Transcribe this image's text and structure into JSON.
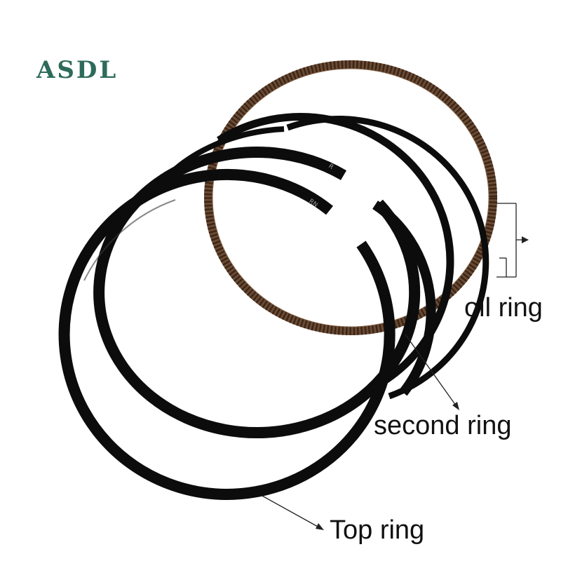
{
  "brand": {
    "name": "ASDL",
    "color": "#2e6a5a"
  },
  "ring_marks": {
    "second_ring": "R",
    "top_ring": "RN"
  },
  "labels": {
    "oil_ring": "oil ring",
    "second_ring": "second ring",
    "top_ring": "Top ring"
  },
  "colors": {
    "ring_black": "#0c0c0c",
    "expander_brown": "#6b4a33",
    "expander_dark": "#3a2618",
    "background": "#ffffff"
  }
}
